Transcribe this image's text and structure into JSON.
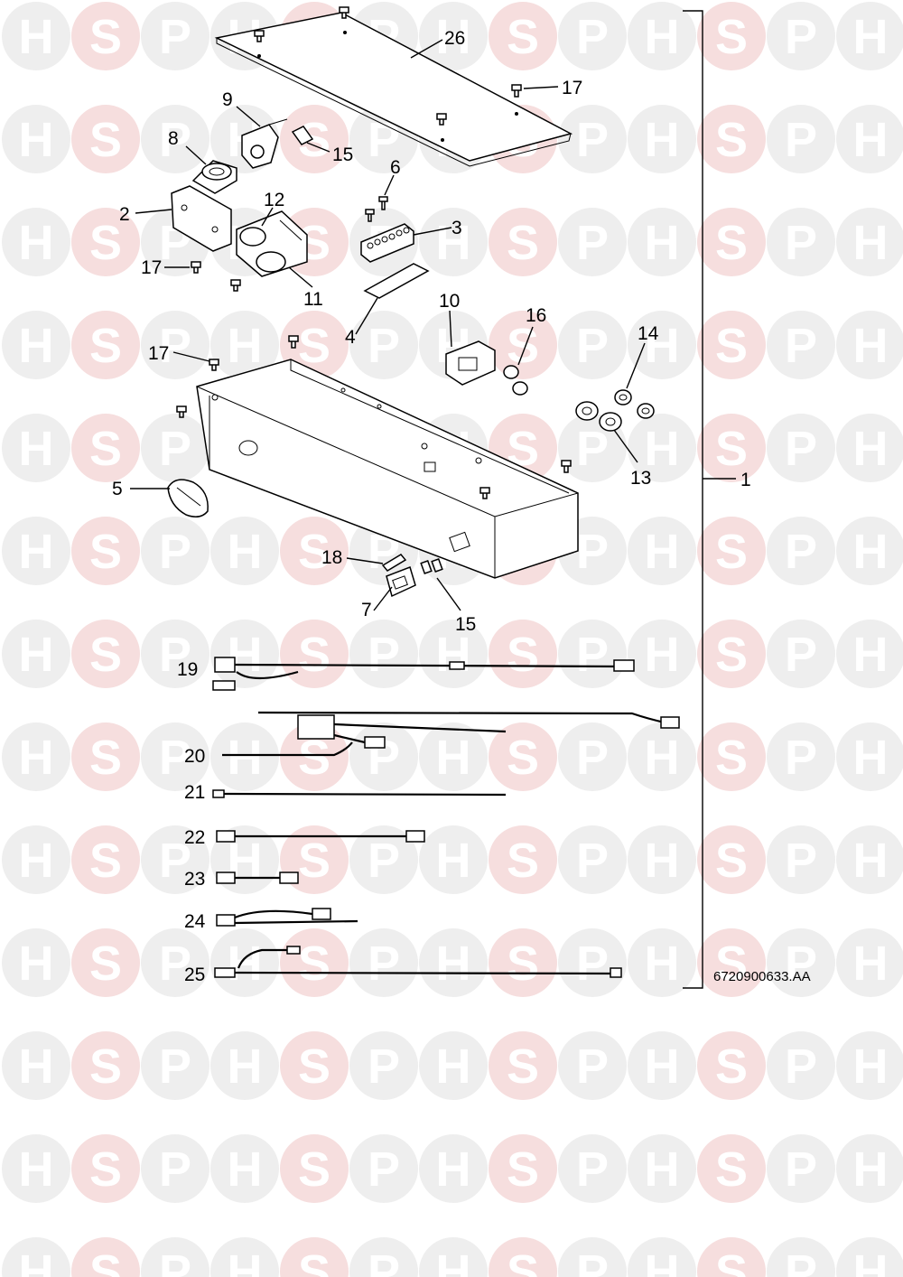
{
  "watermark": {
    "letters": [
      "H",
      "S",
      "P"
    ],
    "circle_color": "#eeeeee",
    "s_circle_color": "#f6dede",
    "letter_color": "#ffffff"
  },
  "diagram": {
    "reference_code": "6720900633.AA",
    "callouts": {
      "c1": "1",
      "c2": "2",
      "c3": "3",
      "c4": "4",
      "c5": "5",
      "c6": "6",
      "c7": "7",
      "c8": "8",
      "c9": "9",
      "c10": "10",
      "c11": "11",
      "c12": "12",
      "c13": "13",
      "c14": "14",
      "c15a": "15",
      "c15b": "15",
      "c16": "16",
      "c17a": "17",
      "c17b": "17",
      "c17c": "17",
      "c18": "18",
      "c19": "19",
      "c20": "20",
      "c21": "21",
      "c22": "22",
      "c23": "23",
      "c24": "24",
      "c25": "25",
      "c26": "26"
    }
  }
}
